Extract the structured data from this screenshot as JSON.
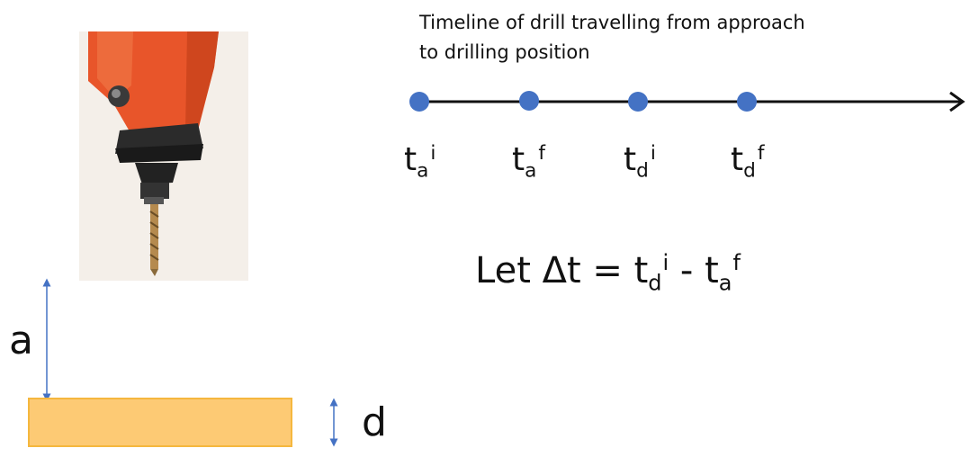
{
  "title_line1": "Timeline of drill travelling from approach",
  "title_line2": "to drilling position",
  "timeline": [
    {
      "base": "t",
      "sub": "a",
      "sup": "i"
    },
    {
      "base": "t",
      "sub": "a",
      "sup": "f"
    },
    {
      "base": "t",
      "sub": "d",
      "sup": "i"
    },
    {
      "base": "t",
      "sub": "d",
      "sup": "f"
    }
  ],
  "equation": {
    "prefix": "Let Δt = ",
    "t1": {
      "base": "t",
      "sub": "d",
      "sup": "i"
    },
    "mid": " - ",
    "t2": {
      "base": "t",
      "sub": "a",
      "sup": "f"
    }
  },
  "label_a": "a",
  "label_d": "d",
  "colors": {
    "dot": "#4472c4",
    "arrow_blue": "#4472c4",
    "workpiece_fill": "#fdca74",
    "workpiece_stroke": "#f5b73e",
    "drill_body": "#e8552a",
    "drill_dark": "#2b2b2b"
  },
  "icons": [
    "drill-photo"
  ]
}
